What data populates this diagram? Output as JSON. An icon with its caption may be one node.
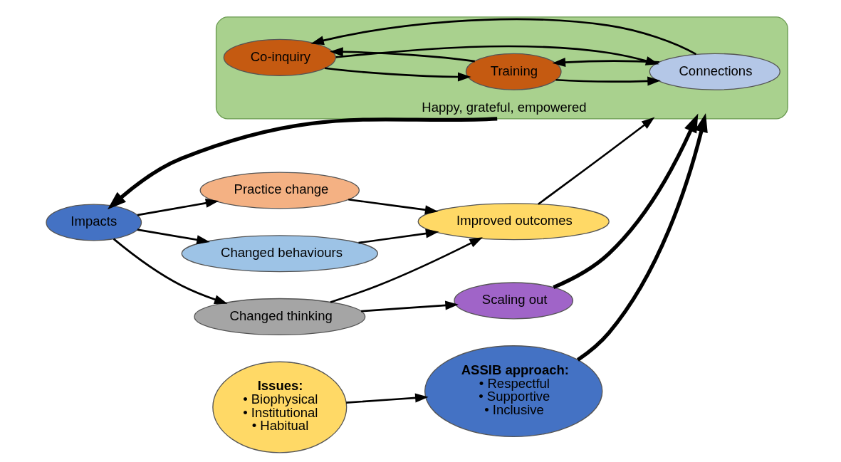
{
  "diagram": {
    "nodes": [
      {
        "text": [
          "Happy, grateful, empowered"
        ]
      },
      {
        "text": [
          "Co-inquiry"
        ],
        "in": 0
      },
      {
        "text": [
          "Training"
        ],
        "in": 0
      },
      {
        "text": [
          "Connections"
        ],
        "in": 0
      },
      {
        "text": [
          "Impacts"
        ]
      },
      {
        "text": [
          "Practice change"
        ]
      },
      {
        "text": [
          "Changed behaviours"
        ]
      },
      {
        "text": [
          "Improved outcomes"
        ]
      },
      {
        "text": [
          "Changed thinking"
        ]
      },
      {
        "text": [
          "Scaling out"
        ]
      },
      {
        "text": [
          "ASSIB approach:",
          "• Respectful",
          "• Supportive",
          "• Inclusive"
        ]
      },
      {
        "text": [
          "Issues:",
          "• Biophysical",
          "• Institutional",
          "• Habitual"
        ]
      }
    ],
    "edges": [
      {
        "from": 1,
        "to": 2,
        "arrow": "to"
      },
      {
        "from": 2,
        "to": 1,
        "arrow": "to"
      },
      {
        "from": 1,
        "to": 3,
        "arrow": "to"
      },
      {
        "from": 3,
        "to": 1,
        "arrow": "to"
      },
      {
        "from": 2,
        "to": 3,
        "arrow": "to"
      },
      {
        "from": 3,
        "to": 2,
        "arrow": "to"
      },
      {
        "from": 0,
        "to": 4,
        "arrow": "to",
        "style": "thick"
      },
      {
        "from": 4,
        "to": 5,
        "arrow": "to"
      },
      {
        "from": 4,
        "to": 6,
        "arrow": "to"
      },
      {
        "from": 4,
        "to": 8,
        "arrow": "to"
      },
      {
        "from": 5,
        "to": 7,
        "arrow": "to"
      },
      {
        "from": 6,
        "to": 7,
        "arrow": "to"
      },
      {
        "from": 8,
        "to": 7,
        "arrow": "to"
      },
      {
        "from": 7,
        "to": 0,
        "arrow": "to"
      },
      {
        "from": 8,
        "to": 9,
        "arrow": "to"
      },
      {
        "from": 9,
        "to": 0,
        "arrow": "to",
        "style": "thick"
      },
      {
        "from": 10,
        "to": 0,
        "arrow": "to",
        "style": "thick"
      },
      {
        "from": 11,
        "to": 10,
        "arrow": "to"
      }
    ]
  }
}
